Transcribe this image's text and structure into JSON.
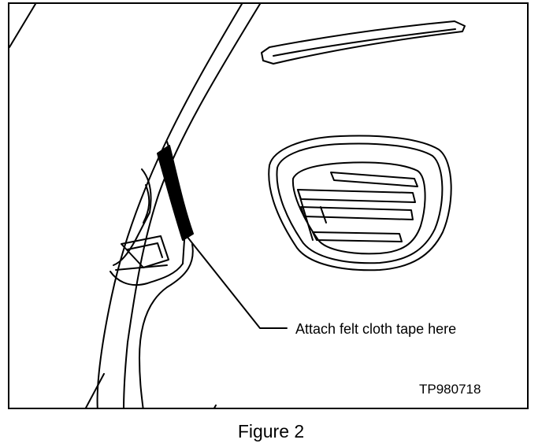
{
  "figure": {
    "callout": "Attach felt cloth tape here",
    "code": "TP980718",
    "caption": "Figure 2"
  },
  "colors": {
    "line": "#000000",
    "background": "#ffffff"
  },
  "icons": {
    "vent": "air-vent-icon",
    "pillar": "a-pillar-trim-icon"
  }
}
